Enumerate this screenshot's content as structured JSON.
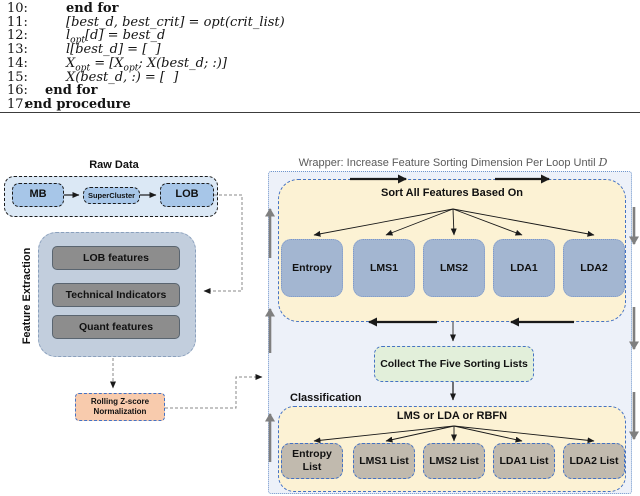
{
  "algorithm": {
    "lines": [
      {
        "num": "10:",
        "indent": 2,
        "keyword": true,
        "text": "end for"
      },
      {
        "num": "11:",
        "indent": 2,
        "keyword": false,
        "text": "[best_d, best_crit] = opt(crit_list)"
      },
      {
        "num": "12:",
        "indent": 2,
        "keyword": false,
        "text": "l_{opt}[d] = best_d"
      },
      {
        "num": "13:",
        "indent": 2,
        "keyword": false,
        "text": "l[best_d] = [  ]"
      },
      {
        "num": "14:",
        "indent": 2,
        "keyword": false,
        "text": "X_{opt} = [X_{opt}; X(best_d; :)]"
      },
      {
        "num": "15:",
        "indent": 2,
        "keyword": false,
        "text": "X(best_d, :) = [  ]"
      },
      {
        "num": "16:",
        "indent": 1,
        "keyword": true,
        "text": "end for"
      },
      {
        "num": "17:",
        "indent": 0,
        "keyword": true,
        "text": "end procedure"
      }
    ]
  },
  "diagram": {
    "raw_data": {
      "title": "Raw Data",
      "boxes": [
        "MB",
        "SuperCluster",
        "LOB"
      ]
    },
    "feature_extraction": {
      "title": "Feature Extraction",
      "boxes": [
        "LOB features",
        "Technical Indicators",
        "Quant features"
      ]
    },
    "normalization": {
      "label": "Rolling Z-score Normalization"
    },
    "wrapper": {
      "title_prefix": "Wrapper: Increase Feature Sorting Dimension Per Loop Until ",
      "title_var": "D",
      "sort_title": "Sort All Features Based On",
      "sort_boxes": [
        "Entropy",
        "LMS1",
        "LMS2",
        "LDA1",
        "LDA2"
      ],
      "collect_label": "Collect The Five Sorting Lists",
      "classification_label": "Classification",
      "classifier_title": "LMS or LDA or RBFN",
      "list_boxes": [
        "Entropy List",
        "LMS1 List",
        "LMS2 List",
        "LDA1 List",
        "LDA2 List"
      ]
    },
    "colors": {
      "raw_container_fill": "#dbe8f5",
      "raw_box_fill": "#a7c6e8",
      "fe_container_fill": "#c2cedd",
      "fe_box_fill": "#8d8d8d",
      "normalization_fill": "#f8cbad",
      "wrapper_fill": "#edf1f9",
      "cream_fill": "#fcf2d4",
      "sort_box_fill": "#a3b6d1",
      "collect_fill": "#e2efda",
      "list_box_fill": "#c1baae",
      "accent_border_blue": "#4472c4",
      "arrow_gray": "#7f7f7f",
      "arrow_black": "#1a1a1a"
    }
  }
}
